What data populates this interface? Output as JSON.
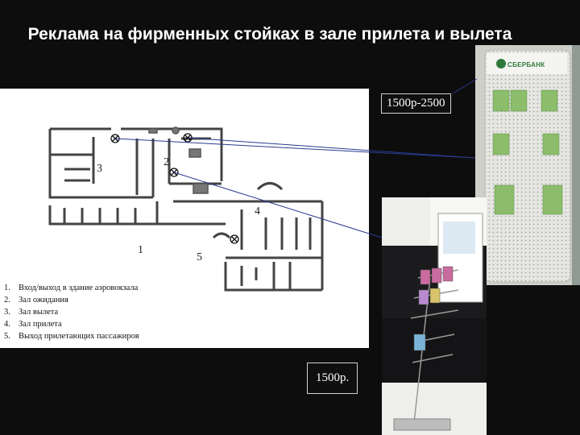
{
  "title": "Реклама на фирменных стойках в зале прилета и вылета",
  "floorplan": {
    "room_numbers": [
      "1",
      "2",
      "3",
      "4",
      "5"
    ],
    "legend": [
      {
        "num": "1.",
        "text": "Вход/выход в здание аэровокзала"
      },
      {
        "num": "2.",
        "text": "Зал ожидания"
      },
      {
        "num": "3.",
        "text": "Зал вылета"
      },
      {
        "num": "4.",
        "text": "Зал прилета"
      },
      {
        "num": "5.",
        "text": "Выход прилетающих пассажиров"
      }
    ]
  },
  "photos": {
    "stand_1_brand": "СБЕРБАНК",
    "stand_1_price": "1500р-2500",
    "stand_2_price": "1500р."
  },
  "colors": {
    "background": "#0d0d0d",
    "connector": "#2a3a8f",
    "brand_green": "#2f7a3b"
  }
}
